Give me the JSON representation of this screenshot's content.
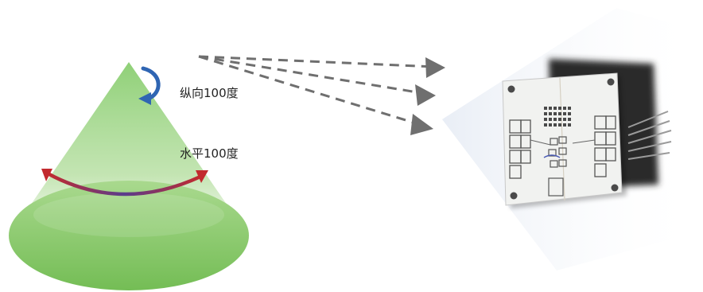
{
  "labels": {
    "vertical": "纵向100度",
    "horizontal": "水平100度"
  },
  "colors": {
    "cone": "#8ccb72",
    "base": "#7fc15f",
    "arrow_vertical": "#2f65b3",
    "arrow_horizontal": "#c22a2e",
    "dashes": "#6f6f6f",
    "board": "#f1f2f0",
    "housing": "#2b2b2b"
  },
  "icons": {
    "vertical_arrow": "curved-rotation-arrow",
    "horizontal_arrow": "sweep-arrow",
    "pointer_lines": "dashed-arrows",
    "device": "sensor-board"
  }
}
